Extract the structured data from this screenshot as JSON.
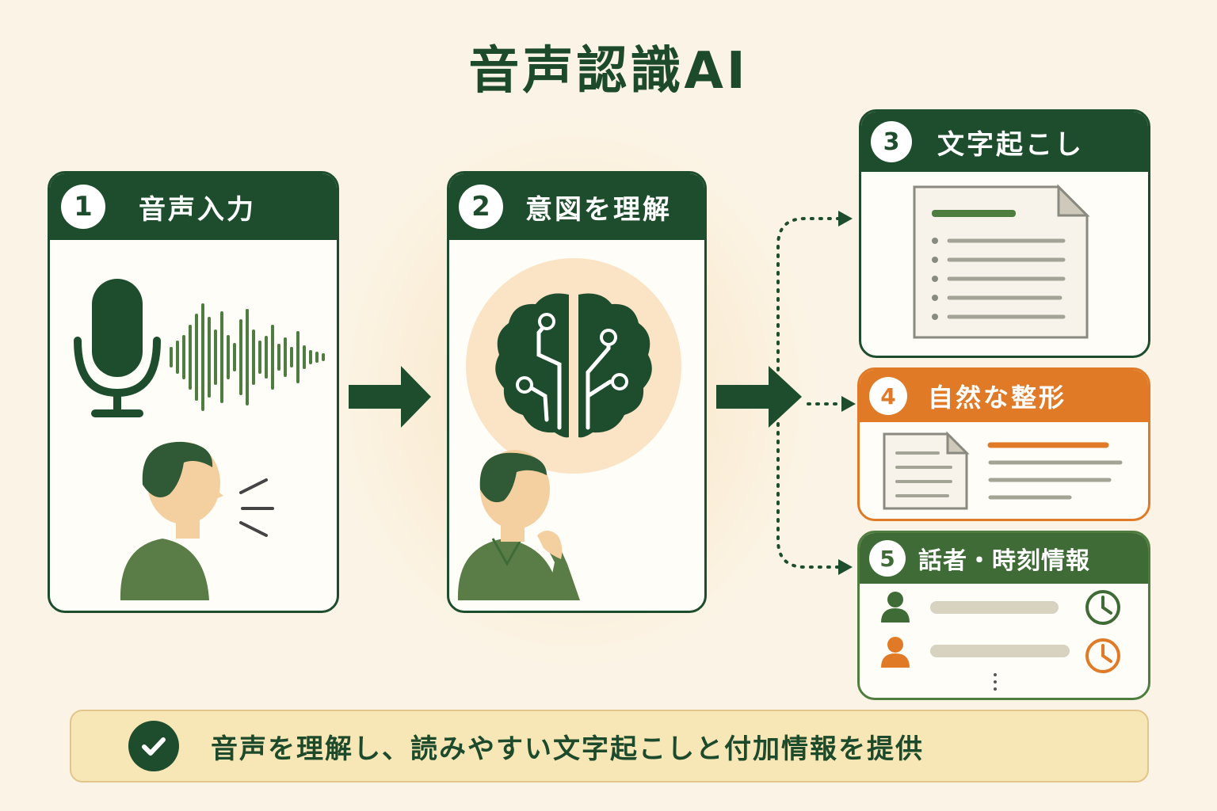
{
  "title": "音声認識AI",
  "steps": [
    {
      "number": "1",
      "label": "音声入力"
    },
    {
      "number": "2",
      "label": "意図を理解"
    },
    {
      "number": "3",
      "label": "文字起こし"
    },
    {
      "number": "4",
      "label": "自然な整形"
    },
    {
      "number": "5",
      "label": "話者・時刻情報"
    }
  ],
  "summary": "音声を理解し、読みやすい文字起こしと付加情報を提供",
  "icons": {
    "step1": [
      "microphone-icon",
      "sound-wave-icon",
      "speaking-person-icon"
    ],
    "step2": [
      "brain-circuit-icon",
      "thinking-person-icon"
    ],
    "step3": [
      "document-icon"
    ],
    "step4": [
      "document-icon",
      "formatted-text-icon"
    ],
    "step5": [
      "speaker-icon",
      "clock-icon"
    ],
    "summary": "check-icon"
  },
  "colors": {
    "primary": "#1e4d2d",
    "accent_orange": "#e07a26",
    "speaker_green": "#4f7d3f",
    "background": "#fbf4e6",
    "summary_bg": "#f8e7b6"
  }
}
